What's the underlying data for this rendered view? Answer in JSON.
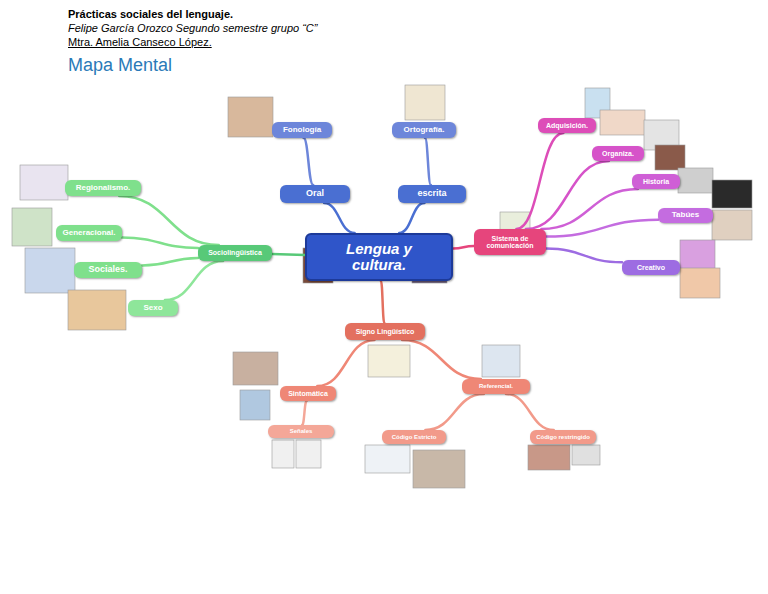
{
  "diagram": {
    "title": "Prácticas sociales del lenguaje.",
    "nodes": [
      {
        "text": [
          "Lengua y cultura."
        ]
      },
      {
        "text": [
          "Oral"
        ]
      },
      {
        "text": [
          "Fonología"
        ]
      },
      {
        "text": [
          "escrita"
        ]
      },
      {
        "text": [
          "Ortografía."
        ]
      },
      {
        "text": [
          "Sociolingüística"
        ]
      },
      {
        "text": [
          "Regionalismo."
        ]
      },
      {
        "text": [
          "Generacional."
        ]
      },
      {
        "text": [
          "Sociales."
        ]
      },
      {
        "text": [
          "Sexo"
        ]
      },
      {
        "text": [
          "Sistema de comunicación"
        ]
      },
      {
        "text": [
          "Adquisición."
        ]
      },
      {
        "text": [
          "Organiza."
        ]
      },
      {
        "text": [
          "Historia"
        ]
      },
      {
        "text": [
          "Tabúes"
        ]
      },
      {
        "text": [
          "Creativo"
        ]
      },
      {
        "text": [
          "Signo Lingüístico"
        ]
      },
      {
        "text": [
          "Sintomática"
        ]
      },
      {
        "text": [
          "Señales"
        ]
      },
      {
        "text": [
          "Referencial."
        ]
      },
      {
        "text": [
          "Código Estricto"
        ]
      },
      {
        "text": [
          "Código restringido"
        ]
      }
    ],
    "edges": [
      {
        "from": 0,
        "to": 1,
        "arrow": "none"
      },
      {
        "from": 1,
        "to": 2,
        "arrow": "none"
      },
      {
        "from": 0,
        "to": 3,
        "arrow": "none"
      },
      {
        "from": 3,
        "to": 4,
        "arrow": "none"
      },
      {
        "from": 0,
        "to": 5,
        "arrow": "none"
      },
      {
        "from": 5,
        "to": 6,
        "arrow": "none"
      },
      {
        "from": 5,
        "to": 7,
        "arrow": "none"
      },
      {
        "from": 5,
        "to": 8,
        "arrow": "none"
      },
      {
        "from": 5,
        "to": 9,
        "arrow": "none"
      },
      {
        "from": 0,
        "to": 10,
        "arrow": "none"
      },
      {
        "from": 10,
        "to": 11,
        "arrow": "none"
      },
      {
        "from": 10,
        "to": 12,
        "arrow": "none"
      },
      {
        "from": 10,
        "to": 13,
        "arrow": "none"
      },
      {
        "from": 10,
        "to": 14,
        "arrow": "none"
      },
      {
        "from": 10,
        "to": 15,
        "arrow": "none"
      },
      {
        "from": 0,
        "to": 16,
        "arrow": "none"
      },
      {
        "from": 16,
        "to": 17,
        "arrow": "none"
      },
      {
        "from": 17,
        "to": 18,
        "arrow": "none"
      },
      {
        "from": 16,
        "to": 19,
        "arrow": "none"
      },
      {
        "from": 19,
        "to": 20,
        "arrow": "none"
      },
      {
        "from": 19,
        "to": 21,
        "arrow": "none"
      }
    ],
    "labels": [
      "Felipe García Orozco  Segundo semestre grupo  “C”",
      "Mtra. Amelia Canseco López.",
      "Mapa Mental"
    ]
  }
}
